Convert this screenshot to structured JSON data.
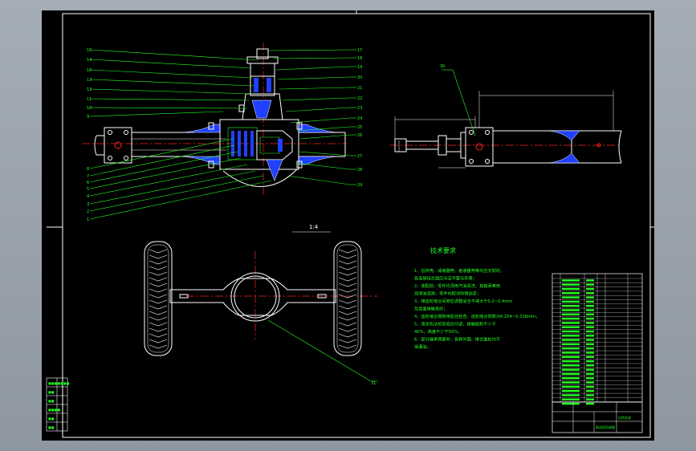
{
  "drawing": {
    "scale": "1:4",
    "tech_title": "技术要求",
    "tech_lines": [
      "1、后桥壳、减速器壳、差速器壳等均应无裂纹，",
      "各连接结合面应光洁平整无杂质；",
      "2、装配前，零件均须用汽油清洗，其轴承等用",
      "润滑油润滑，零件内腔涂防锈油漆；",
      "3、锥齿轮啮合间隙应调整适当不得大于0.2~0.4mm",
      "及齿面接触良好；",
      "4、齿轮啮合侧隙用铅丝检查，齿轮啮合侧隙为0.204~0.318mm；",
      "5、用涂色法检查啮合印迹，接触面积不少于",
      "40%，高度不少于50%；",
      "6、部分轴承预紧时，各种外圆、接合面处均不",
      "得漏油。"
    ],
    "left_callouts": [
      "15",
      "14",
      "16",
      "13",
      "12",
      "11",
      "10",
      "9",
      "8",
      "7",
      "6",
      "5",
      "4",
      "3",
      "2",
      "1"
    ],
    "right_callouts": [
      "17",
      "18",
      "19",
      "20",
      "21",
      "22",
      "23",
      "24",
      "25",
      "26",
      "27",
      "28",
      "29"
    ],
    "side_callout": "30",
    "plan_callout": "31",
    "title_block_text": "后桥总成",
    "title_block_sub": "驱动桥总成图"
  },
  "colors": {
    "outline": "#ffffff",
    "green": "#22ff22",
    "blue": "#2040ff",
    "red": "#ff2020",
    "cyan": "#22dddd",
    "yellow": "#ffff33",
    "magenta": "#ff33ff"
  }
}
